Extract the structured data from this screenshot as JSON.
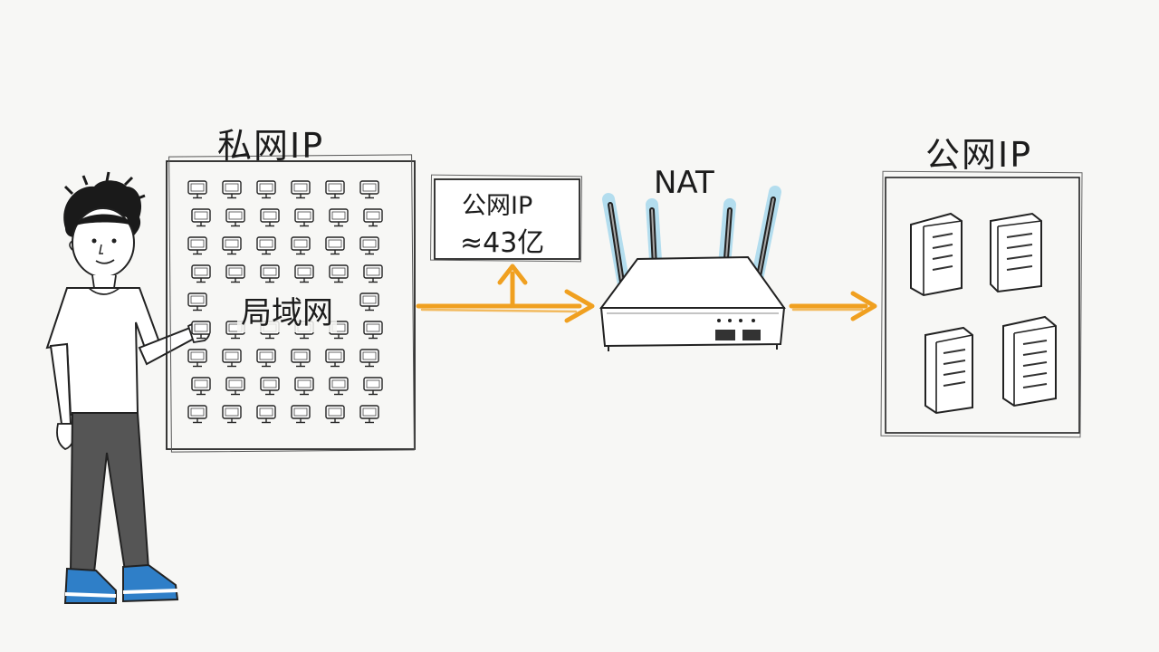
{
  "diagram": {
    "private_title": "私网IP",
    "lan_label": "局域网",
    "public_pool": {
      "line1": "公网IP",
      "line2": "≈43亿"
    },
    "nat_title": "NAT",
    "public_title": "公网IP"
  },
  "colors": {
    "ink": "#1c1c1c",
    "arrow": "#f0a020",
    "antenna_glow": "#7cc8ea",
    "shoe_blue": "#2f7fc8",
    "pants": "#555555",
    "paper": "#f7f7f5"
  },
  "icons": [
    "person-icon",
    "computer-icon",
    "router-icon",
    "server-icon",
    "arrow-icon"
  ]
}
